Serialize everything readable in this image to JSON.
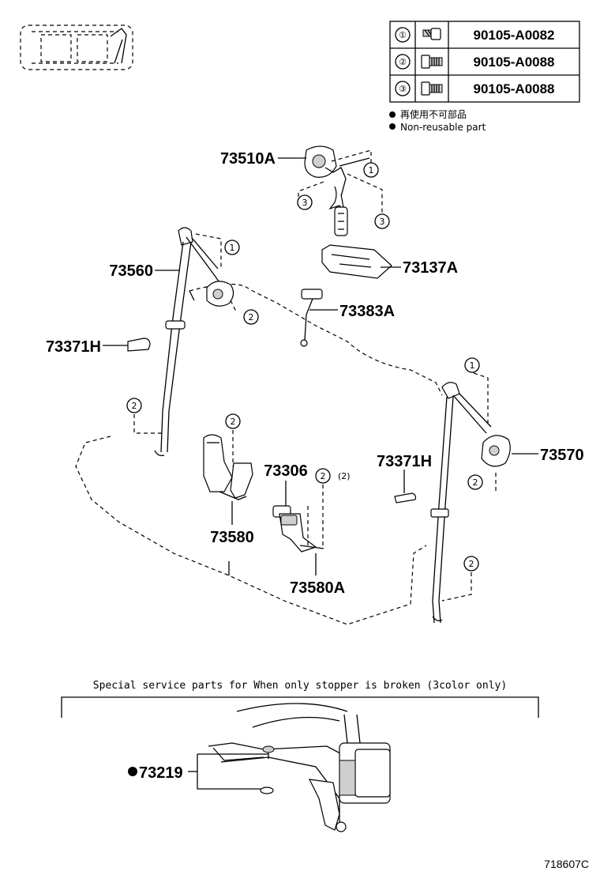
{
  "fastener_table": {
    "rows": [
      {
        "ref": "①",
        "icon": "bolt-icon",
        "part_no": "90105-A0082"
      },
      {
        "ref": "②",
        "icon": "flange-bolt-icon",
        "part_no": "90105-A0088"
      },
      {
        "ref": "③",
        "icon": "flange-bolt-icon",
        "part_no": "90105-A0088"
      }
    ],
    "notes": [
      {
        "icon": "bullet-dot-icon",
        "text": "再使用不可部品"
      },
      {
        "icon": "bullet-dot-icon",
        "text": "Non-reusable part"
      }
    ]
  },
  "part_labels": {
    "p73510A": "73510A",
    "p73560": "73560",
    "p73137A": "73137A",
    "p73383A": "73383A",
    "p73371H_left": "73371H",
    "p73371H_right": "73371H",
    "p73306": "73306",
    "p73570": "73570",
    "p73580": "73580",
    "p73580A": "73580A",
    "p73219": "73219"
  },
  "callouts": {
    "c1": "1",
    "c2": "2",
    "c3": "3",
    "c2_paren": "(2)"
  },
  "special_service_note": "Special service parts for When only stopper is broken (3color only)",
  "illustration_code": "718607C",
  "colors": {
    "line": "#000000",
    "background": "#ffffff",
    "shade": "#cfcfcf"
  }
}
